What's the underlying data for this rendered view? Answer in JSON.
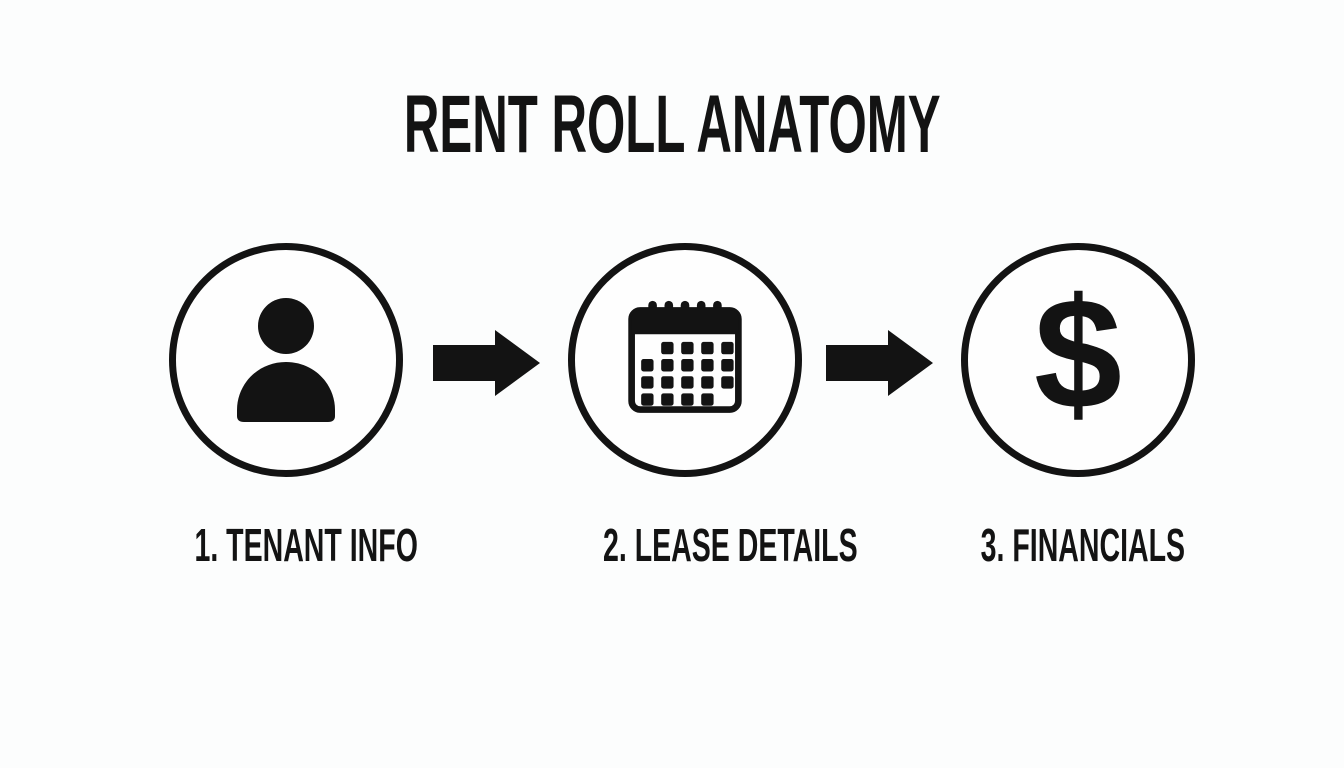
{
  "page": {
    "background_color": "#fcfdfd",
    "ink_color": "#131313"
  },
  "title": "RENT ROLL ANATOMY",
  "steps": [
    {
      "label": "1. TENANT INFO",
      "icon": "person-icon"
    },
    {
      "label": "2. LEASE DETAILS",
      "icon": "calendar-icon"
    },
    {
      "label": "3. FINANCIALS",
      "icon": "dollar-icon",
      "glyph": "$"
    }
  ],
  "connectors": [
    {
      "icon": "arrow-right-icon"
    },
    {
      "icon": "arrow-right-icon"
    }
  ]
}
